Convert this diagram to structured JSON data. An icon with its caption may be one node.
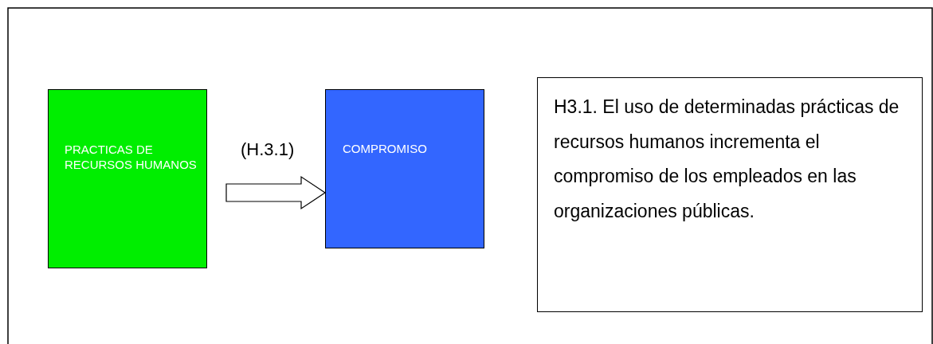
{
  "diagram": {
    "nodes": [
      {
        "text": [
          "PRACTICAS DE RECURSOS HUMANOS"
        ]
      },
      {
        "text": [
          "COMPROMISO"
        ]
      },
      {
        "text": [
          "H3.1. El uso de determinadas prácticas de recursos humanos incrementa el compromiso de los empleados en las organizaciones públicas."
        ]
      }
    ],
    "edges": [
      {
        "from": 0,
        "to": 1,
        "arrow": "to",
        "label": "(H.3.1)"
      }
    ]
  }
}
